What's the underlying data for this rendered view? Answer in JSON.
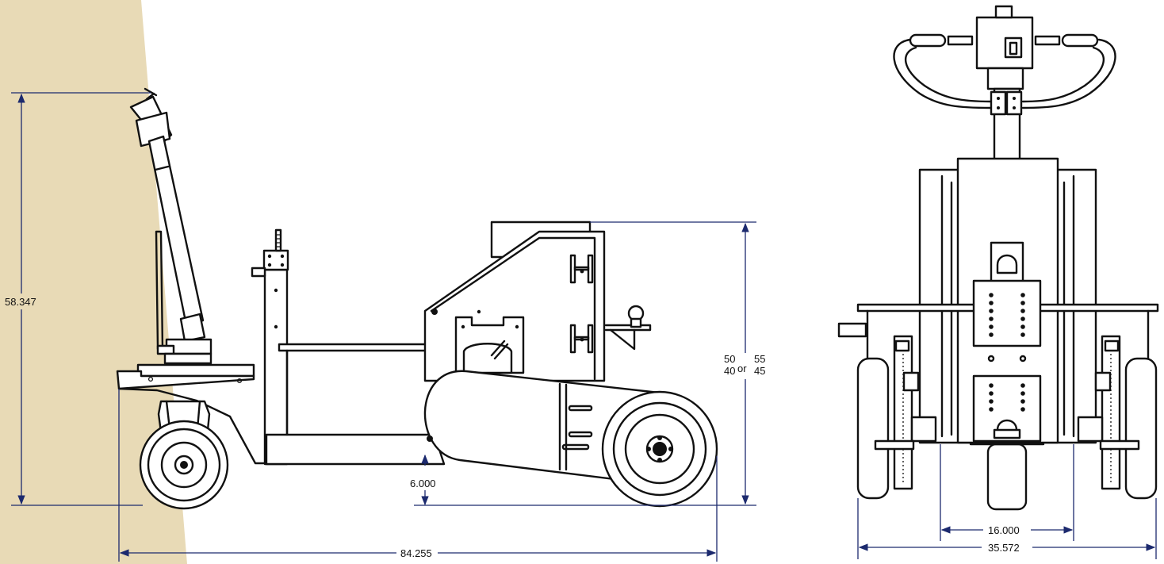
{
  "colors": {
    "background_panel": "#e8dab6",
    "line": "#111111",
    "dimension": "#1c2a6e"
  },
  "dimensions": {
    "overall_height": "58.347",
    "overall_length": "84.255",
    "ground_clearance": "6.000",
    "deck_height_a_top": "50",
    "deck_height_a_bottom": "40",
    "deck_height_or": "or",
    "deck_height_b_top": "55",
    "deck_height_b_bottom": "45",
    "inner_width": "16.000",
    "overall_width": "35.572"
  }
}
